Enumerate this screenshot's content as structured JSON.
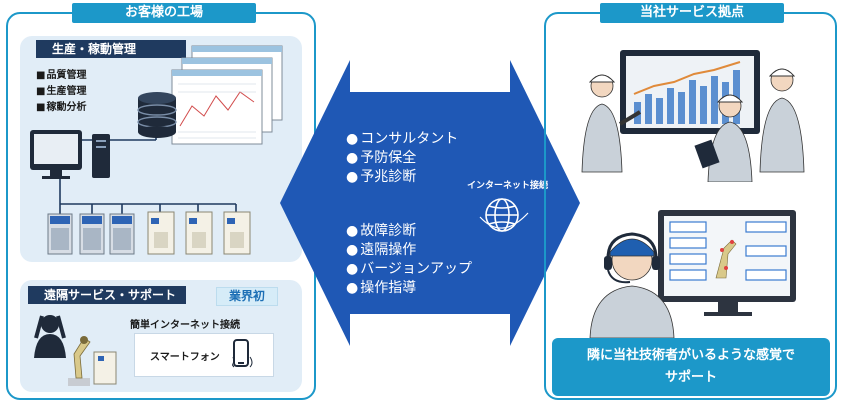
{
  "left_panel": {
    "title": "お客様の工場",
    "production": {
      "title": "生産・稼動管理",
      "items": [
        "品質管理",
        "生産管理",
        "稼動分析"
      ]
    },
    "remote": {
      "title": "遠隔サービス・サポート",
      "badge": "業界初",
      "internet_label": "簡単インターネット接続",
      "phone_label": "スマートフォン"
    }
  },
  "arrow": {
    "list1": [
      "コンサルタント",
      "予防保全",
      "予兆診断"
    ],
    "list2": [
      "故障診断",
      "遠隔操作",
      "バージョンアップ",
      "操作指導"
    ],
    "internet_label": "インターネット接続"
  },
  "right_panel": {
    "title": "当社サービス拠点",
    "support_line1": "隣に当社技術者がいるような感覚で",
    "support_line2": "サポート"
  },
  "colors": {
    "accent": "#1c98c9",
    "navy": "#1f3a5f",
    "arrow": "#1f58b5",
    "panel_bg": "#e1edf7"
  }
}
